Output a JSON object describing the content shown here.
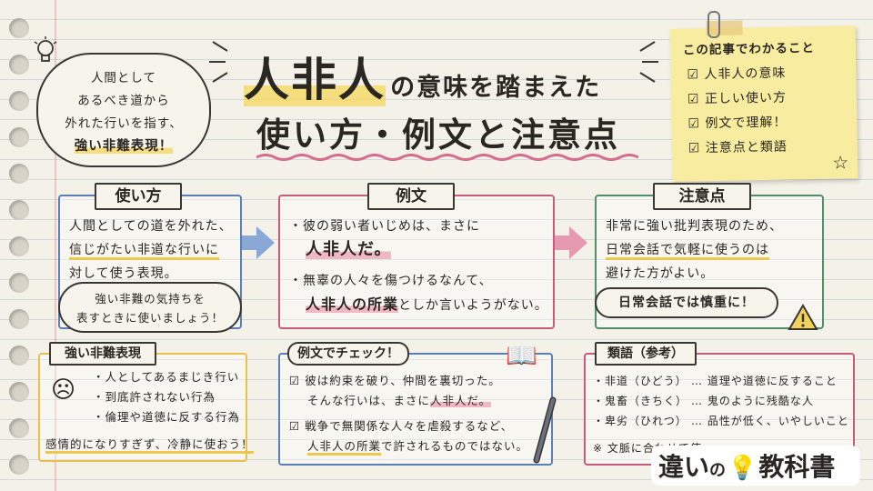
{
  "title": {
    "line1_big": "人非人",
    "line1_small": "の意味を踏まえた",
    "line2": "使い方・例文と注意点"
  },
  "speech_bubble": {
    "lines": [
      "人間として",
      "あるべき道から",
      "外れた行いを指す、",
      "強い非難表現！"
    ]
  },
  "checklist": {
    "heading": "この記事でわかること",
    "items": [
      "人非人の意味",
      "正しい使い方",
      "例文で理解！",
      "注意点と類語"
    ]
  },
  "usage": {
    "label": "使い方",
    "lines": [
      "人間としての道を外れた、",
      "信じがたい非道な行いに",
      "対して使う表現。"
    ],
    "bubble_lines": [
      "強い非難の気持ちを",
      "表すときに使いましょう！"
    ]
  },
  "examples": {
    "label": "例文",
    "item1_lines": [
      "彼の弱い者いじめは、まさに",
      "人非人だ。"
    ],
    "item2_lines": [
      "無辜の人々を傷つけるなんて、",
      "人非人の所業",
      "としか言いようがない。"
    ]
  },
  "caution": {
    "label": "注意点",
    "lines": [
      "非常に強い批判表現のため、",
      "日常会話で気軽に使うのは",
      "避けた方がよい。"
    ],
    "bubble": "日常会話では慎重に！"
  },
  "strong": {
    "label": "強い非難表現",
    "items": [
      "人としてあるまじき行い",
      "到底許されない行為",
      "倫理や道徳に反する行為"
    ],
    "footer": "感情的になりすぎず、冷静に使おう！"
  },
  "check": {
    "label": "例文でチェック！",
    "item1_lines": [
      "彼は約束を破り、仲間を裏切った。",
      "そんな行いは、まさに",
      "人非人だ。"
    ],
    "item2_lines": [
      "戦争で無関係な人々を虐殺するなど、",
      "人非人の所業",
      "で許されるものではない。"
    ]
  },
  "synonyms": {
    "label": "類語（参考）",
    "items": [
      {
        "word": "非道（ひどう）",
        "meaning": "… 道理や道徳に反すること"
      },
      {
        "word": "鬼畜（きちく）",
        "meaning": "… 鬼のように残酷な人"
      },
      {
        "word": "卑劣（ひれつ）",
        "meaning": "… 品性が低く、いやしいこと"
      }
    ],
    "note": "※ 文脈に合わせて使"
  },
  "logo": {
    "part1": "違い",
    "part2": "の",
    "part3": "教科書"
  },
  "colors": {
    "blue": "#5a7fb5",
    "pink": "#c85a7a",
    "green": "#4f8f6a",
    "yellow": "#e8c04a",
    "note_yellow": "#f8eca0"
  }
}
